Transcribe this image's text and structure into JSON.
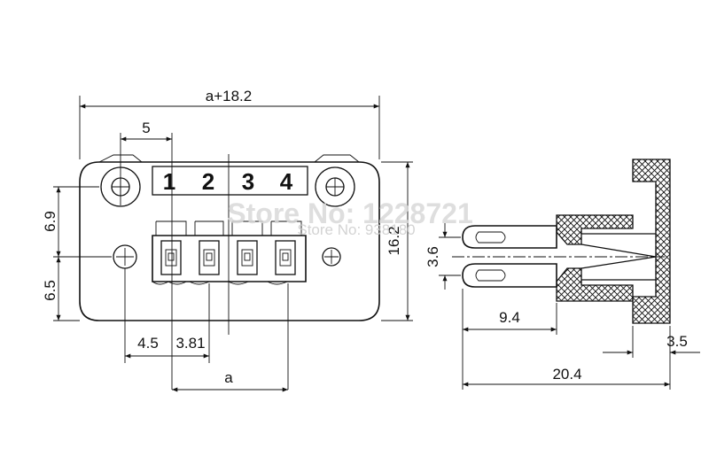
{
  "dimensions": {
    "total_width": "a+18.2",
    "hole_offset": "5",
    "upper_height": "6.9",
    "lower_height": "6.5",
    "edge_offset": "4.5",
    "pitch": "3.81",
    "pin_span": "a",
    "total_height": "16.2",
    "pin_gap": "3.6",
    "pin_length": "9.4",
    "flange": "3.5",
    "total_depth": "20.4"
  },
  "pin_numbers": [
    "1",
    "2",
    "3",
    "4"
  ],
  "watermark": {
    "main": "Store No: 1228721",
    "secondary": "Store No: 938180"
  },
  "colors": {
    "line": "#111111",
    "watermark": "#d9d9d9"
  }
}
